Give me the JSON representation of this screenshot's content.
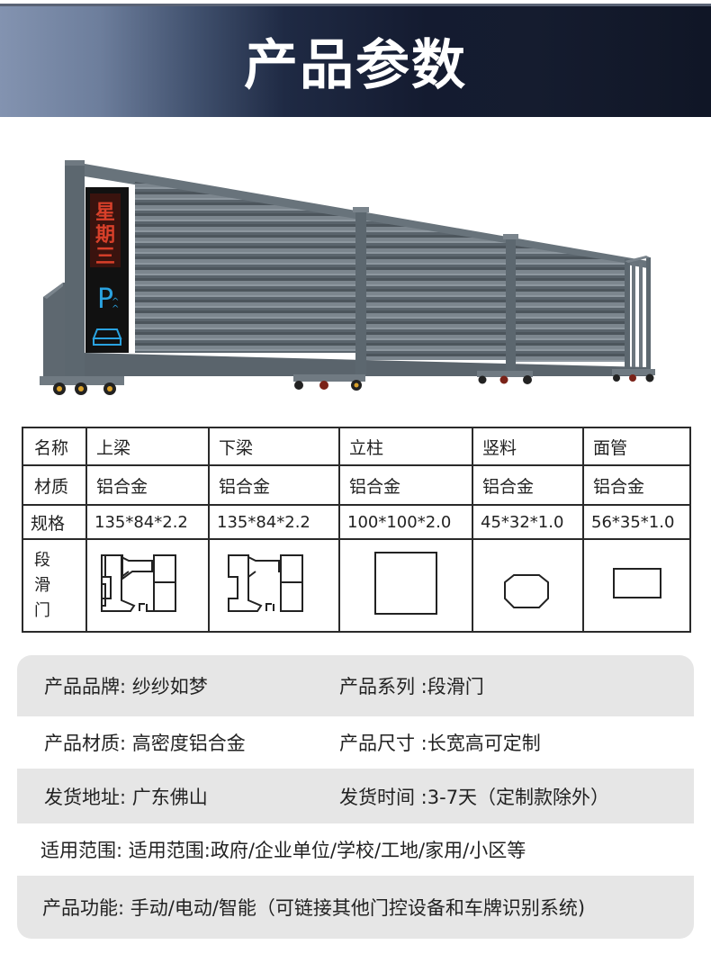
{
  "banner": {
    "title": "产品参数",
    "gradient_colors": [
      "#8393b0",
      "#1f2a44",
      "#101626"
    ],
    "title_color": "#ffffff"
  },
  "illustration": {
    "subject": "segmented sliding gate (段滑门)",
    "led_display_text": [
      "星",
      "期",
      "三"
    ],
    "led_color": "#d8402a",
    "parking_sign": "P",
    "sign_color": "#2aa2e0",
    "gate_color": "#5c676f"
  },
  "spec_table": {
    "rows": [
      {
        "label": "名称",
        "cells": [
          "上梁",
          "下梁",
          "立柱",
          "竖料",
          "面管"
        ]
      },
      {
        "label": "材质",
        "cells": [
          "铝合金",
          "铝合金",
          "铝合金",
          "铝合金",
          "铝合金"
        ]
      },
      {
        "label": "规格",
        "cells": [
          "135*84*2.2",
          "135*84*2.2",
          "100*100*2.0",
          "45*32*1.0",
          "56*35*1.0"
        ]
      }
    ],
    "profile_row": {
      "label": [
        "段",
        "滑",
        "门"
      ],
      "profiles": [
        "upper-beam-profile",
        "lower-beam-profile",
        "square-profile",
        "octagon-profile",
        "rectangle-profile"
      ]
    }
  },
  "info": {
    "rows": [
      {
        "left": "产品品牌: 纱纱如梦",
        "right": "产品系列 :段滑门"
      },
      {
        "left": "产品材质: 高密度铝合金",
        "right": "产品尺寸 :长宽高可定制"
      },
      {
        "left": "发货地址: 广东佛山",
        "right": "发货时间 :3-7天（定制款除外）"
      },
      {
        "full": "适用范围: 适用范围:政府/企业单位/学校/工地/家用/小区等"
      },
      {
        "full": "产品功能: 手动/电动/智能（可链接其他门控设备和车牌识别系统)"
      }
    ],
    "stripe_color": "#e6e6e6"
  }
}
